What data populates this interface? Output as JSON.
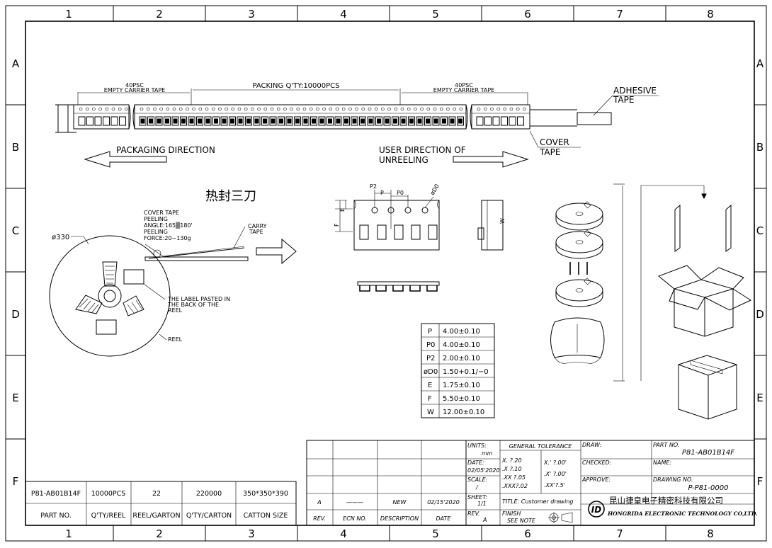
{
  "grid": {
    "columns": [
      "1",
      "2",
      "3",
      "4",
      "5",
      "6",
      "7",
      "8"
    ],
    "rows": [
      "A",
      "B",
      "C",
      "D",
      "E",
      "F"
    ]
  },
  "tape_section": {
    "left_empty_top": "40PSC",
    "left_empty_bottom": "EMPTY CARRIER TAPE",
    "packing_qty": "PACKING Q'TY:10000PCS",
    "right_empty_top": "40PSC",
    "right_empty_bottom": "EMPTY CARRIER TAPE",
    "adhesive_line1": "ADHESIVE",
    "adhesive_line2": "TAPE",
    "cover_line1": "COVER",
    "cover_line2": "TAPE",
    "packaging_direction": "PACKAGING DIRECTION",
    "user_direction_line1": "USER DIRECTION OF",
    "user_direction_line2": "UNREELING"
  },
  "reel_section": {
    "chinese_title": "热封三刀",
    "cover_peel_lines": [
      "COVER TAPE",
      "PEELING",
      "ANGLE:165▒180'",
      "PEELING",
      "FORCE:20~130g"
    ],
    "carry_tape_line1": "CARRY",
    "carry_tape_line2": "TAPE",
    "diameter": "ø330",
    "label_lines": [
      "THE LABEL PASTED IN",
      "THE BACK OF THE",
      "REEL"
    ],
    "reel_label": "REEL"
  },
  "dimension_labels": {
    "p2": "P2",
    "p": "P",
    "p0": "P0",
    "d0": "øD0",
    "e": "E",
    "f": "F",
    "w": "W"
  },
  "spec_table": [
    {
      "sym": "P",
      "val": "4.00±0.10"
    },
    {
      "sym": "P0",
      "val": "4.00±0.10"
    },
    {
      "sym": "P2",
      "val": "2.00±0.10"
    },
    {
      "sym": "øD0",
      "val": "1.50+0.1/−0"
    },
    {
      "sym": "E",
      "val": "1.75±0.10"
    },
    {
      "sym": "F",
      "val": "5.50±0.10"
    },
    {
      "sym": "W",
      "val": "12.00±0.10"
    }
  ],
  "parts_table": {
    "values": [
      "P81-AB01B14F",
      "10000PCS",
      "22",
      "220000",
      "350*350*390"
    ],
    "headers": [
      "PART NO.",
      "Q'TY/REEL",
      "REEL/GARTON",
      "Q'TY/CARTON",
      "CATTON SIZE"
    ]
  },
  "revision": {
    "row": [
      "A",
      "———",
      "NEW",
      "02/15'2020"
    ],
    "headers": [
      "REV.",
      "ECN NO.",
      "DESCRIPTION",
      "DATE"
    ]
  },
  "title_block": {
    "units_label": "UNITS:",
    "units_value": "mm",
    "date_label": "DATE:",
    "date_value": "02/05'2020",
    "scale_label": "SCALE:",
    "scale_value": "/",
    "sheet_label": "SHEET:",
    "sheet_value": "1/1",
    "rev_label": "REV.",
    "rev_value": "A",
    "tolerance_title": "GENERAL TOLERANCE",
    "tol_left": [
      "X.  ?.20",
      ".X  ?.10",
      ".XX ?.05",
      ".XXX?.02"
    ],
    "tol_right": [
      "X.' ?.00'",
      ".X' ?.00'",
      ".XX'?.5'"
    ],
    "title_line": "TITLE: Customer drawing",
    "finish_label": "FINISH",
    "finish_value": "SEE NOTE",
    "draw_label": "DRAW:",
    "checked_label": "CHECKED:",
    "approve_label": "APPROVE:",
    "part_no_label": "PART NO.",
    "part_no_value": "P81-AB01B14F",
    "name_label": "NAME:",
    "drawing_no_label": "DRAWING NO.",
    "drawing_no_value": "P-P81-0000",
    "company_cn": "昆山捷皇电子精密科技有限公司",
    "company_en": "HONGRIDA ELECTRONIC TECHNOLOGY CO,LTD."
  }
}
